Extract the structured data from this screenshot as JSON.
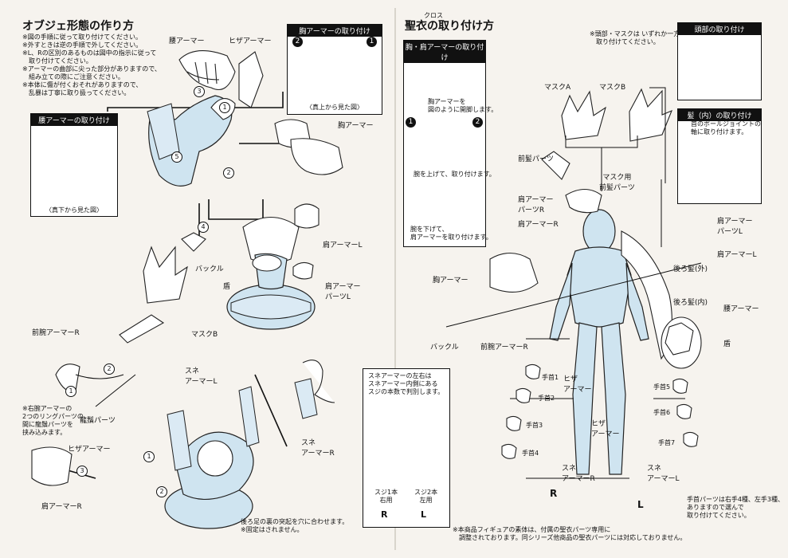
{
  "left": {
    "title": "オブジェ形態の作り方",
    "notes": [
      "※図の手順に従って取り付けてください。",
      "※外すときは逆の手順で外してください。",
      "※L、Rの区別のあるものは図中の指示に従って",
      "　取り付けてください。",
      "※アーマーの曲部に尖った部分がありますので、",
      "　組み立ての際にご注意ください。",
      "※本体に傷が付くおそれがありますので、",
      "　乱暴は丁寧に取り扱ってください。"
    ],
    "labels": {
      "waist_armor": "腰アーマー",
      "knee_armor_top": "ヒザアーマー",
      "chest_armor": "胸アーマー",
      "shoulder_l": "肩アーマーL",
      "shoulder_parts_l": "肩アーマー\nパーツL",
      "buckle": "バックル",
      "shield": "盾",
      "mask_b": "マスクB",
      "forearm_r": "前腕アーマーR",
      "dragon_parts": "龍鬚パーツ",
      "shin_l": "スネ\nアーマーL",
      "knee_armor_bottom": "ヒザアーマー",
      "shoulder_r": "肩アーマーR",
      "shin_r": "スネ\nアーマーR"
    },
    "forearm_note": "※右腕アーマーの\n2つのリングパーツの\n間に龍鬚パーツを\n挟み込みます。",
    "base_note": "後ろ足の裏の突起を穴に合わせます。\n※固定はされません。",
    "box_chest": {
      "title": "胸アーマーの取り付け",
      "caption": "〈真上から見た図〉"
    },
    "box_waist": {
      "title": "腰アーマーの取り付け",
      "caption": "〈真下から見た図〉"
    },
    "step_numbers": [
      "1",
      "2",
      "3",
      "4",
      "5"
    ]
  },
  "right": {
    "title": "聖衣の取り付け方",
    "ruby": "クロス",
    "top_note": "※頭部・マスクは いずれか一方を選んで\n　取り付けてください。",
    "box_chest": {
      "title": "胸・肩アーマーの取り付け",
      "text1": "胸アーマーを\n図のように開脚します。",
      "text2": "腕を上げて、取り付けます。",
      "text3": "腕を下げて、\n肩アーマーを取り付けます。"
    },
    "box_head": {
      "title": "頭部の取り付け"
    },
    "box_hair": {
      "title": "髪（内）の取り付け",
      "text": "首のボールジョイントの\n軸に取り付けます。"
    },
    "labels": {
      "mask_a": "マスクA",
      "mask_b": "マスクB",
      "front_hair": "前髪パーツ",
      "mask_front_hair": "マスク用\n前髪パーツ",
      "shoulder_parts_r": "肩アーマー\nパーツR",
      "shoulder_r": "肩アーマーR",
      "shoulder_parts_l": "肩アーマー\nパーツL",
      "shoulder_l": "肩アーマーL",
      "back_hair_out": "後ろ髪(外)",
      "back_hair_in": "後ろ髪(内)",
      "waist_armor": "腰アーマー",
      "chest_armor": "胸アーマー",
      "buckle": "バックル",
      "forearm_r": "前腕アーマーR",
      "shield": "盾",
      "knee_armor_1": "ヒザ\nアーマー",
      "knee_armor_2": "ヒザ\nアーマー",
      "shin_r": "スネ\nアーマーR",
      "shin_l": "スネ\nアーマーL",
      "side_r": "R",
      "side_l": "L"
    },
    "hands": [
      "手首1",
      "手首2",
      "手首3",
      "手首4",
      "手首5",
      "手首6",
      "手首7"
    ],
    "shin_box": {
      "text": "スネアーマーの左右は\nスネアーマー内側にある\nスジの本数で判別します。",
      "r_caption": "スジ1本\n右用",
      "l_caption": "スジ2本\n左用",
      "r": "R",
      "l": "L"
    },
    "hand_note": "手首パーツは右手4種、左手3種、\nありますので選んで\n取り付けてください。",
    "bottom_note": "※本商品フィギュアの素体は、付属の聖衣パーツ専用に\n　調整されております。同シリーズ他商品の聖衣パーツには対応しておりません。"
  },
  "colors": {
    "part_fill": "#cfe4f0",
    "ink": "#111111",
    "paper": "#f6f3ee"
  }
}
